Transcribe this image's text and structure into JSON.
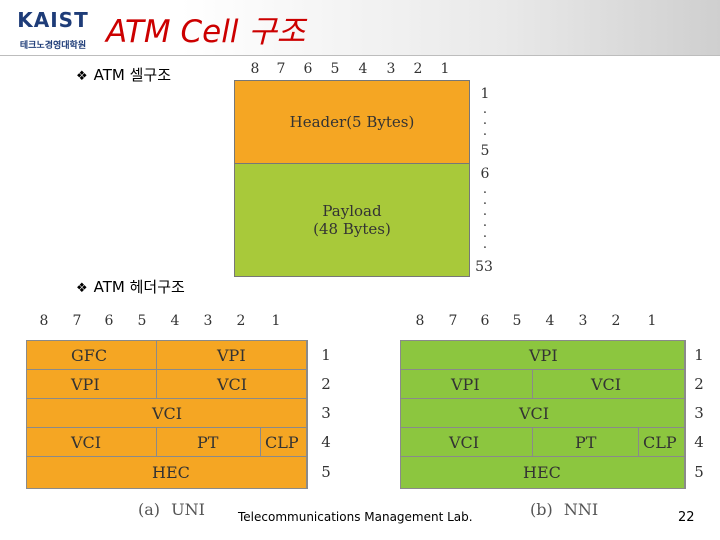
{
  "slide": {
    "logo": {
      "name": "KAIST",
      "subtitle": "테크노경영대학원"
    },
    "title": "ATM Cell 구조",
    "bullets": [
      "ATM 셀구조",
      "ATM 헤더구조"
    ],
    "footer": "Telecommunications Management Lab.",
    "page_number": "22"
  },
  "cell_structure": {
    "bit_numbers": [
      "8",
      "7",
      "6",
      "5",
      "4",
      "3",
      "2",
      "1"
    ],
    "header": {
      "label": "Header(5 Bytes)",
      "color": "#f5a623"
    },
    "payload": {
      "label_line1": "Payload",
      "label_line2": "(48 Bytes)",
      "color": "#a8c93a"
    },
    "octets": [
      "1",
      "5",
      "6",
      "53"
    ]
  },
  "uni_header": {
    "bit_numbers": [
      "8",
      "7",
      "6",
      "5",
      "4",
      "3",
      "2",
      "1"
    ],
    "rows": [
      "1",
      "2",
      "3",
      "4",
      "5"
    ],
    "fields": {
      "gfc": "GFC",
      "vpi_r1": "VPI",
      "vpi_r2": "VPI",
      "vci_r2": "VCI",
      "vci_r3": "VCI",
      "vci_r4": "VCI",
      "pt": "PT",
      "clp": "CLP",
      "hec": "HEC"
    },
    "caption_tag": "(a)",
    "caption": "UNI",
    "color": "#f5a623"
  },
  "nni_header": {
    "bit_numbers": [
      "8",
      "7",
      "6",
      "5",
      "4",
      "3",
      "2",
      "1"
    ],
    "rows": [
      "1",
      "2",
      "3",
      "4",
      "5"
    ],
    "fields": {
      "vpi_r1": "VPI",
      "vpi_r2": "VPI",
      "vci_r2": "VCI",
      "vci_r3": "VCI",
      "vci_r4": "VCI",
      "pt": "PT",
      "clp": "CLP",
      "hec": "HEC"
    },
    "caption_tag": "(b)",
    "caption": "NNI",
    "color": "#8cc63f"
  },
  "icons": {
    "bullet": "diamond-bullet-icon"
  }
}
